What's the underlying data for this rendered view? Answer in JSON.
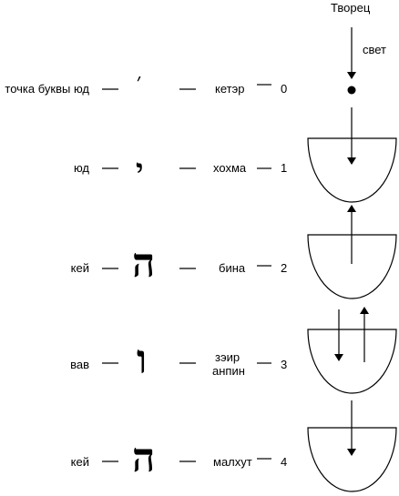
{
  "creator": "Творец",
  "light": "свет",
  "rows": [
    {
      "letter_name": "точка буквы юд",
      "letter": "׳",
      "sefira": "кетэр",
      "number": "0"
    },
    {
      "letter_name": "юд",
      "letter": "י",
      "sefira": "хохма",
      "number": "1"
    },
    {
      "letter_name": "кей",
      "letter": "ה",
      "sefira": "бина",
      "number": "2"
    },
    {
      "letter_name": "вав",
      "letter": "ו",
      "sefira_line1": "зэир",
      "sefira_line2": "анпин",
      "number": "3"
    },
    {
      "letter_name": "кей",
      "letter": "ה",
      "sefira": "малхут",
      "number": "4"
    }
  ]
}
